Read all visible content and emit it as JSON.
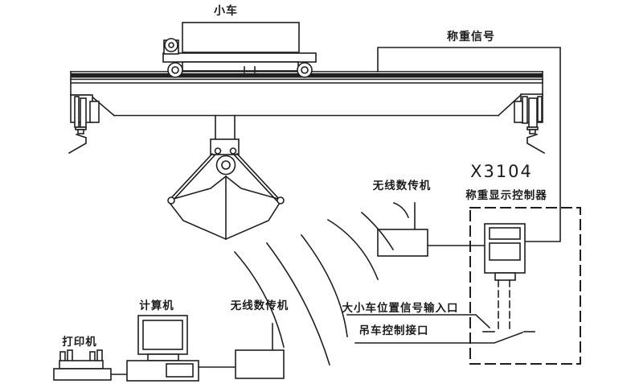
{
  "diagram": {
    "title_note": "crane wireless weighing system schematic",
    "labels": {
      "trolley": "小车",
      "weighing_signal": "称重信号",
      "wireless_upper": "无线数传机",
      "model": "X3104",
      "controller": "称重显示控制器",
      "position_input": "大小车位置信号输入口",
      "crane_control": "吊车控制接口",
      "computer": "计算机",
      "wireless_lower": "无线数传机",
      "printer": "打印机"
    },
    "colors": {
      "line": "#1f1f1f",
      "background": "#ffffff"
    }
  }
}
